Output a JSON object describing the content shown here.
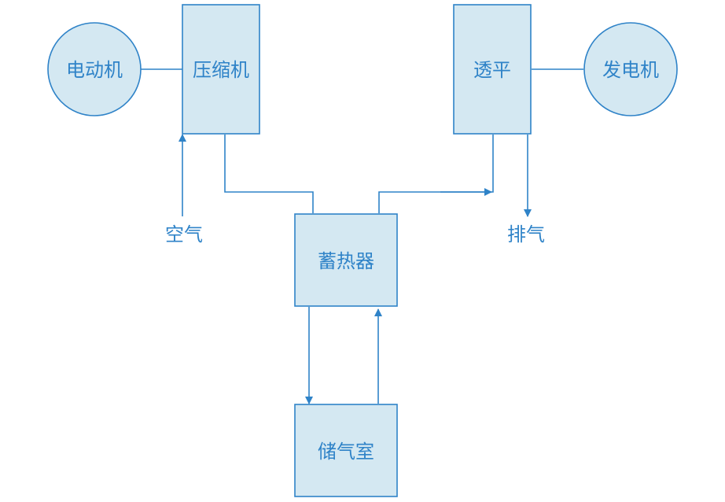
{
  "colors": {
    "line": "#2f83c8",
    "fill": "#d4e8f2",
    "text": "#2f83c8"
  },
  "nodes": {
    "motor": "电动机",
    "compressor": "压缩机",
    "turbine": "透平",
    "generator": "发电机",
    "regenerator": "蓄热器",
    "storage": "储气室"
  },
  "labels": {
    "air_in": "空气",
    "exhaust": "排气"
  }
}
